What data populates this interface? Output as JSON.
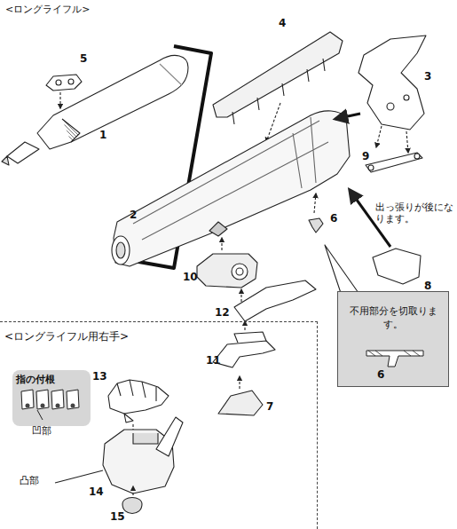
{
  "diagram": {
    "nodes": [
      {
        "text": [
          "<ロングライフル用右手>"
        ]
      },
      {
        "text": [
          "指の付根"
        ],
        "in": 0
      },
      {
        "text": [
          "不用部分を切取ります。",
          "6"
        ]
      }
    ],
    "labels": [
      "<ロングライフル>",
      "5",
      "1",
      "4",
      "3",
      "2",
      "9",
      "出っ張りが後になります。",
      "6",
      "8",
      "10",
      "12",
      "11",
      "7",
      "13",
      "凹部",
      "凸部",
      "14",
      "15"
    ]
  }
}
